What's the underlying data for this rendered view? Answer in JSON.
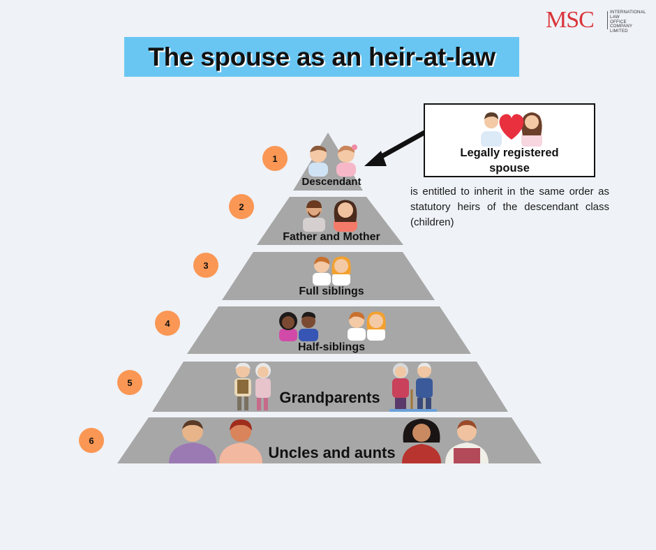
{
  "logo": {
    "mark": "MSC",
    "lines": [
      "INTERNATIONAL",
      "LAW",
      "OFFICE",
      "COMPANY LIMITED"
    ]
  },
  "title": "The spouse as an heir-at-law",
  "spouse": {
    "label_line1": "Legally registered",
    "label_line2": "spouse",
    "note": "is entitled to inherit in the same order as statutory heirs of the descendant class (children)"
  },
  "tiers": [
    {
      "number": "1",
      "label": "Descendant"
    },
    {
      "number": "2",
      "label": "Father and Mother"
    },
    {
      "number": "3",
      "label": "Full siblings"
    },
    {
      "number": "4",
      "label": "Half-siblings"
    },
    {
      "number": "5",
      "label": "Grandparents"
    },
    {
      "number": "6",
      "label": "Uncles and aunts"
    }
  ],
  "colors": {
    "tier_fill": "#a7a7a7",
    "badge": "#fa9754",
    "title_bg": "#69c6f3",
    "logo": "#d9343a",
    "heart": "#e8303f"
  }
}
